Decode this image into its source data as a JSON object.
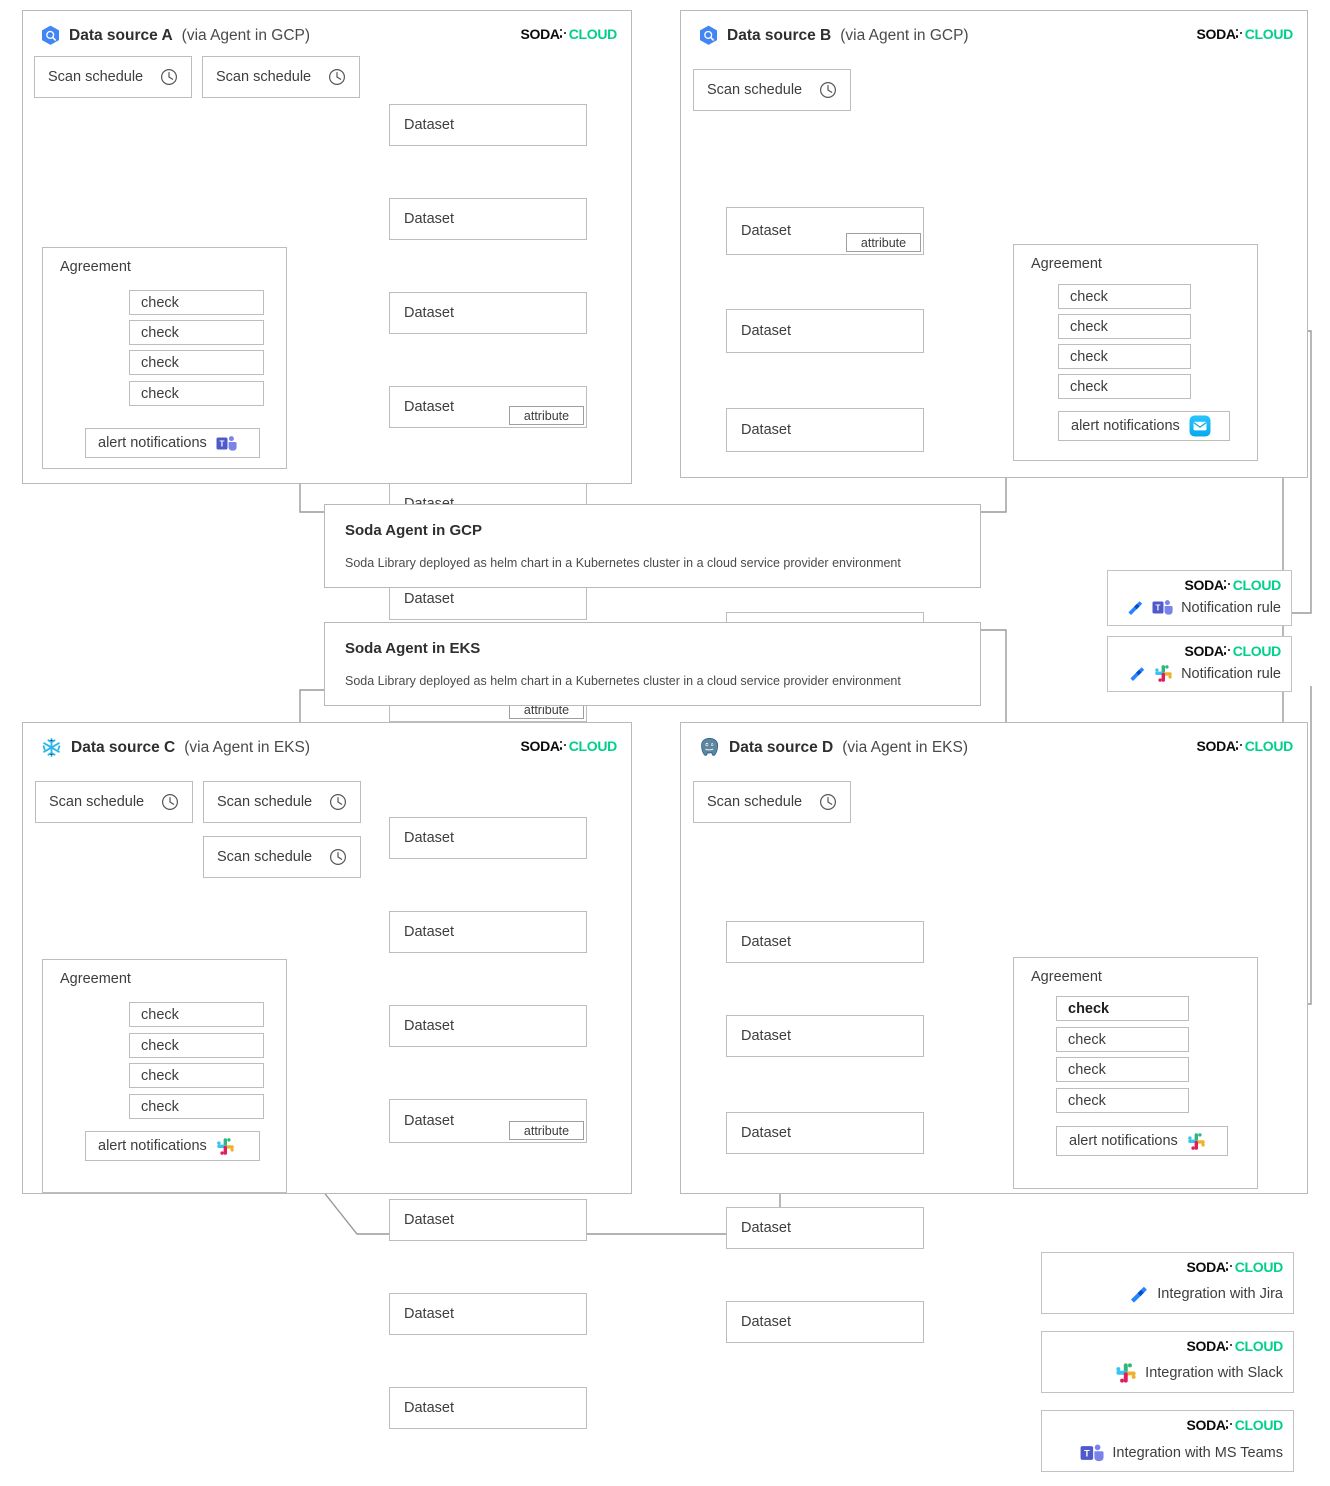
{
  "logo": {
    "dark": "SODA",
    "green": "CLOUD"
  },
  "labels": {
    "scan_schedule": "Scan schedule",
    "dataset": "Dataset",
    "attribute": "attribute",
    "agreement": "Agreement",
    "check": "check",
    "alert_notifications": "alert notifications"
  },
  "data_sources": [
    {
      "id": "A",
      "title": "Data source A",
      "subtitle": "(via Agent in GCP)",
      "icon": "gcp-bigquery-icon",
      "scan_schedules": 2,
      "datasets": [
        {
          "label": "Dataset",
          "attributes": []
        },
        {
          "label": "Dataset",
          "attributes": []
        },
        {
          "label": "Dataset",
          "attributes": []
        },
        {
          "label": "Dataset",
          "attributes": [
            "attribute"
          ]
        },
        {
          "label": "Dataset",
          "attributes": []
        },
        {
          "label": "Dataset",
          "attributes": []
        },
        {
          "label": "Dataset",
          "attributes": [
            "attribute",
            "attribute"
          ]
        }
      ],
      "agreement": {
        "title": "Agreement",
        "checks": [
          {
            "label": "check",
            "bold": false
          },
          {
            "label": "check",
            "bold": false
          },
          {
            "label": "check",
            "bold": false
          },
          {
            "label": "check",
            "bold": false
          }
        ],
        "alert": {
          "label": "alert notifications",
          "icon": "ms-teams-icon"
        }
      }
    },
    {
      "id": "B",
      "title": "Data source B",
      "subtitle": "(via Agent in GCP)",
      "icon": "gcp-bigquery-icon",
      "scan_schedules": 1,
      "datasets": [
        {
          "label": "Dataset",
          "attributes": [
            "attribute"
          ]
        },
        {
          "label": "Dataset",
          "attributes": []
        },
        {
          "label": "Dataset",
          "attributes": []
        },
        {
          "label": "Dataset",
          "attributes": [
            "attribute"
          ]
        },
        {
          "label": "Dataset",
          "attributes": []
        }
      ],
      "agreement": {
        "title": "Agreement",
        "checks": [
          {
            "label": "check",
            "bold": false
          },
          {
            "label": "check",
            "bold": false
          },
          {
            "label": "check",
            "bold": false
          },
          {
            "label": "check",
            "bold": false
          }
        ],
        "alert": {
          "label": "alert notifications",
          "icon": "email-icon"
        }
      }
    },
    {
      "id": "C",
      "title": "Data source C",
      "subtitle": "(via Agent in EKS)",
      "icon": "snowflake-icon",
      "scan_schedules": 3,
      "datasets": [
        {
          "label": "Dataset",
          "attributes": []
        },
        {
          "label": "Dataset",
          "attributes": []
        },
        {
          "label": "Dataset",
          "attributes": []
        },
        {
          "label": "Dataset",
          "attributes": [
            "attribute"
          ]
        },
        {
          "label": "Dataset",
          "attributes": []
        },
        {
          "label": "Dataset",
          "attributes": []
        },
        {
          "label": "Dataset",
          "attributes": []
        }
      ],
      "agreement": {
        "title": "Agreement",
        "checks": [
          {
            "label": "check",
            "bold": false
          },
          {
            "label": "check",
            "bold": false
          },
          {
            "label": "check",
            "bold": false
          },
          {
            "label": "check",
            "bold": false
          }
        ],
        "alert": {
          "label": "alert notifications",
          "icon": "slack-icon"
        }
      }
    },
    {
      "id": "D",
      "title": "Data source D",
      "subtitle": "(via Agent in EKS)",
      "icon": "postgresql-icon",
      "scan_schedules": 1,
      "datasets": [
        {
          "label": "Dataset",
          "attributes": []
        },
        {
          "label": "Dataset",
          "attributes": []
        },
        {
          "label": "Dataset",
          "attributes": []
        },
        {
          "label": "Dataset",
          "attributes": []
        },
        {
          "label": "Dataset",
          "attributes": []
        }
      ],
      "agreement": {
        "title": "Agreement",
        "checks": [
          {
            "label": "check",
            "bold": true
          },
          {
            "label": "check",
            "bold": false
          },
          {
            "label": "check",
            "bold": false
          },
          {
            "label": "check",
            "bold": false
          }
        ],
        "alert": {
          "label": "alert notifications",
          "icon": "slack-icon"
        }
      }
    }
  ],
  "agents": [
    {
      "title": "Soda Agent in GCP",
      "description": "Soda Library deployed as helm chart in a Kubernetes cluster in a cloud service provider environment"
    },
    {
      "title": "Soda Agent in EKS",
      "description": "Soda Library deployed as helm chart in a Kubernetes cluster in a cloud service provider environment"
    }
  ],
  "notification_rules": [
    {
      "label": "Notification rule",
      "icons": [
        "jira-icon",
        "ms-teams-icon"
      ]
    },
    {
      "label": "Notification rule",
      "icons": [
        "jira-icon",
        "slack-icon"
      ]
    }
  ],
  "integrations": [
    {
      "label": "Integration with Jira",
      "icon": "jira-icon"
    },
    {
      "label": "Integration with Slack",
      "icon": "slack-icon"
    },
    {
      "label": "Integration with MS Teams",
      "icon": "ms-teams-icon"
    }
  ],
  "colors": {
    "accent_green": "#00d08a",
    "border": "#bdbdbd",
    "panel_border": "#b9b9b9",
    "text": "#3d3d3d",
    "wire": "#9a9a9a"
  }
}
